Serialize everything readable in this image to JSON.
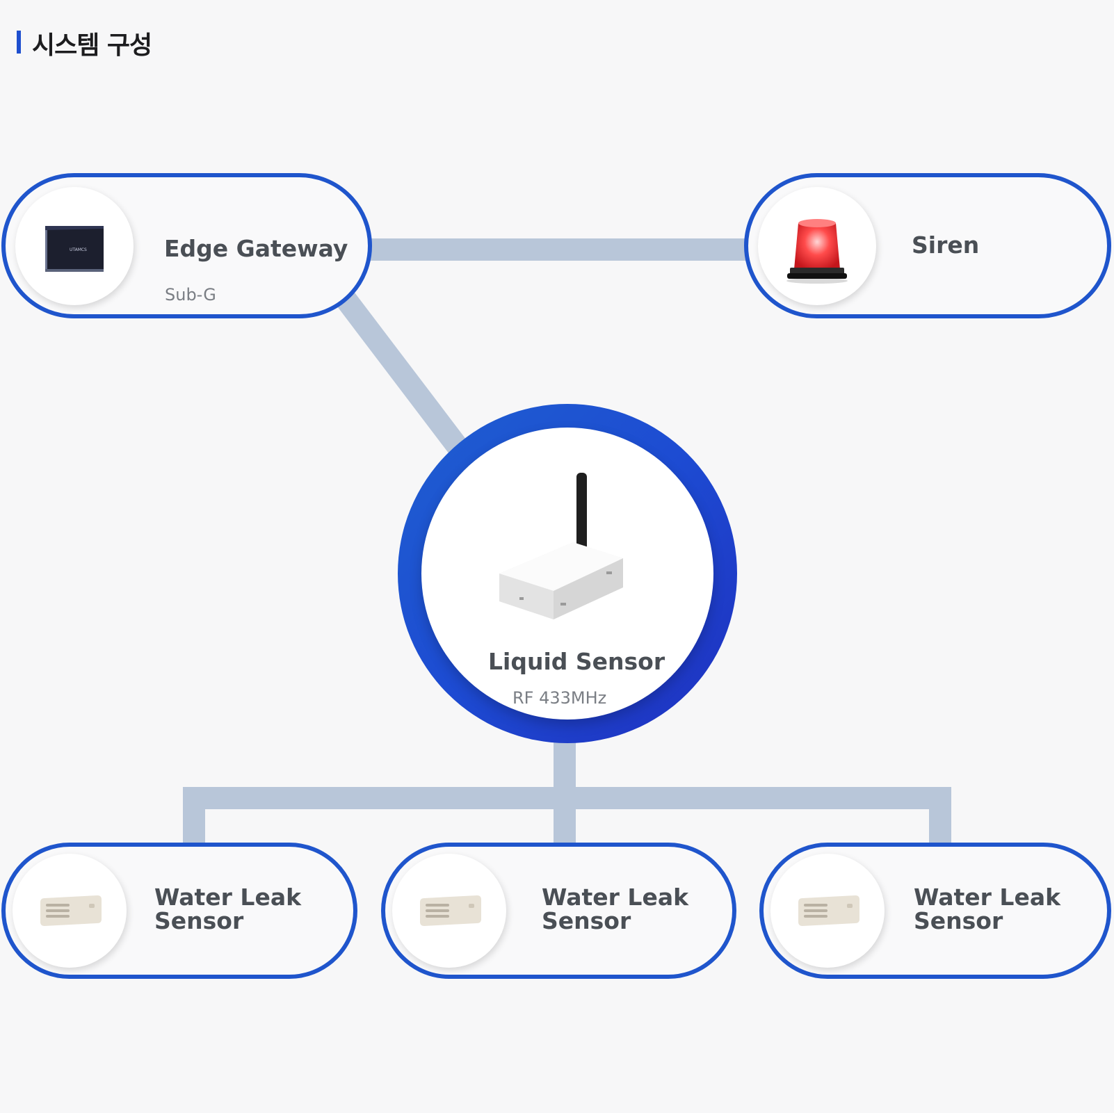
{
  "title": "시스템 구성",
  "colors": {
    "accent": "#1f55cc",
    "connector": "#b8c6d9",
    "background": "#f7f7f8"
  },
  "nodes": {
    "gateway": {
      "label": "Edge Gateway",
      "sub": "Sub-G",
      "icon": "gateway-device-icon"
    },
    "siren": {
      "label": "Siren",
      "icon": "siren-light-icon"
    },
    "center": {
      "label": "Liquid Sensor",
      "sub": "RF 433MHz",
      "icon": "liquid-sensor-device-icon"
    },
    "leaks": [
      {
        "line1": "Water Leak",
        "line2": "Sensor",
        "icon": "water-leak-sensor-icon"
      },
      {
        "line1": "Water Leak",
        "line2": "Sensor",
        "icon": "water-leak-sensor-icon"
      },
      {
        "line1": "Water Leak",
        "line2": "Sensor",
        "icon": "water-leak-sensor-icon"
      }
    ]
  }
}
